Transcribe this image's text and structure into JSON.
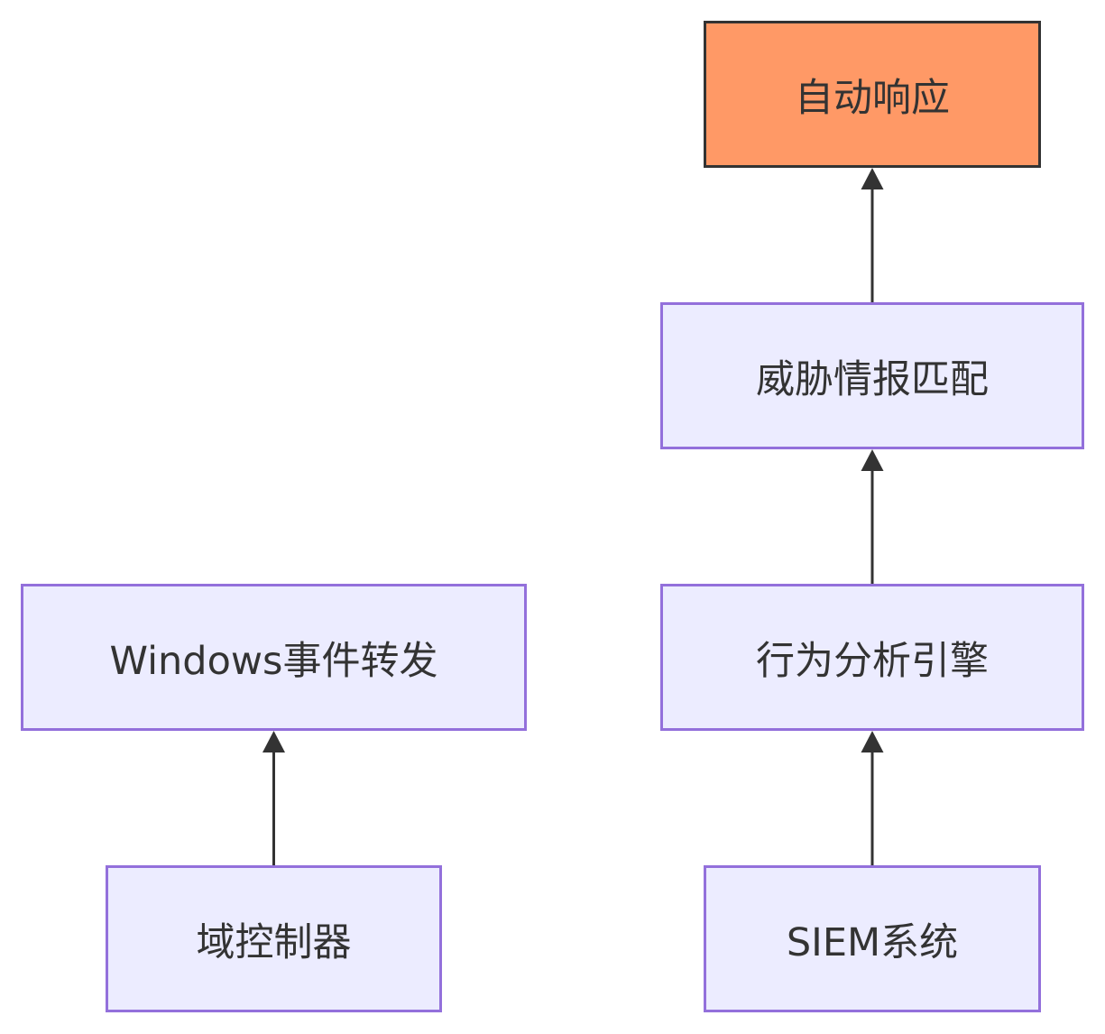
{
  "nodes": [
    {
      "id": "n-domain-controller",
      "label": "域控制器"
    },
    {
      "id": "n-windows-forward",
      "label": "Windows事件转发"
    },
    {
      "id": "n-siem",
      "label": "SIEM系统"
    },
    {
      "id": "n-behavior",
      "label": "行为分析引擎"
    },
    {
      "id": "n-threat-intel",
      "label": "威胁情报匹配"
    },
    {
      "id": "n-auto-response",
      "label": "自动响应"
    }
  ],
  "edges": [
    {
      "from": "域控制器",
      "to": "Windows事件转发"
    },
    {
      "from": "SIEM系统",
      "to": "行为分析引擎"
    },
    {
      "from": "行为分析引擎",
      "to": "威胁情报匹配"
    },
    {
      "from": "威胁情报匹配",
      "to": "自动响应"
    }
  ],
  "colors": {
    "node_fill": "#ececff",
    "node_border": "#9370db",
    "highlight_fill": "#ff9966",
    "highlight_border": "#333333",
    "edge": "#333333",
    "text": "#333333"
  }
}
